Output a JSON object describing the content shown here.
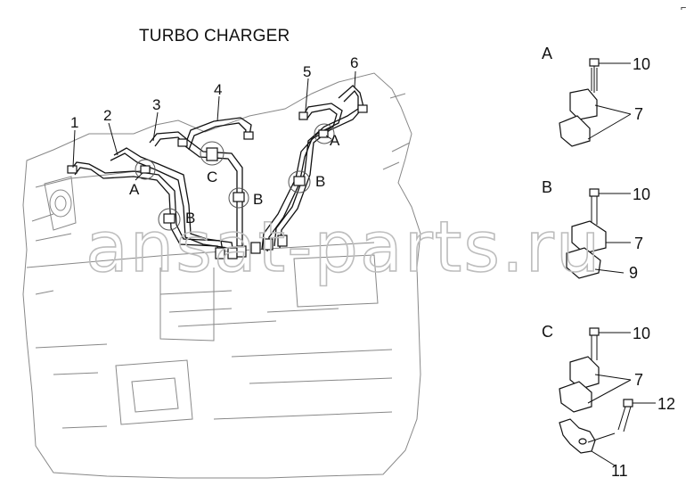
{
  "title": "TURBO CHARGER",
  "watermark": "ansat-parts.ru",
  "corner_mark": "⌐",
  "callouts": [
    "1",
    "2",
    "3",
    "4",
    "5",
    "6"
  ],
  "zone_labels": {
    "A_left": "A",
    "A_right": "A",
    "B_left": "B",
    "B_mid": "B",
    "B_right": "B",
    "C_mid": "C"
  },
  "details": {
    "A": {
      "letter": "A",
      "parts": [
        "10",
        "7"
      ]
    },
    "B": {
      "letter": "B",
      "parts": [
        "10",
        "7",
        "9"
      ]
    },
    "C": {
      "letter": "C",
      "parts": [
        "10",
        "7",
        "12",
        "11"
      ]
    }
  },
  "colors": {
    "line": "#111111",
    "engine": "#888888",
    "watermark": "#bdbdbd"
  }
}
